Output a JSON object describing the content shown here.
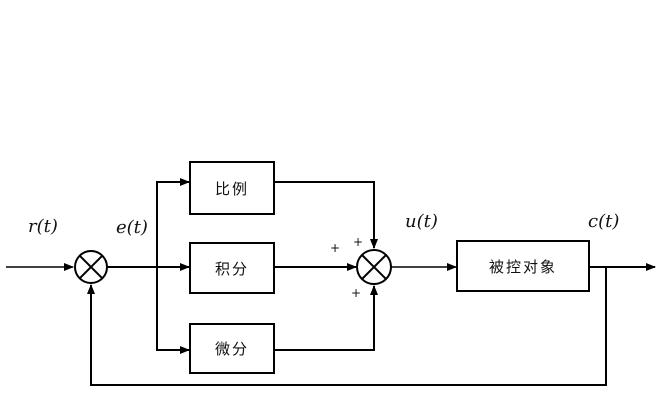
{
  "signals": {
    "input": "r(t)",
    "error": "e(t)",
    "control": "u(t)",
    "output": "c(t)"
  },
  "blocks": {
    "proportional": "比例",
    "integral": "积分",
    "derivative": "微分",
    "plant": "被控对象"
  },
  "summing_signs": {
    "integral_left": "+",
    "proportional_top": "+",
    "derivative_bottom": "+"
  }
}
